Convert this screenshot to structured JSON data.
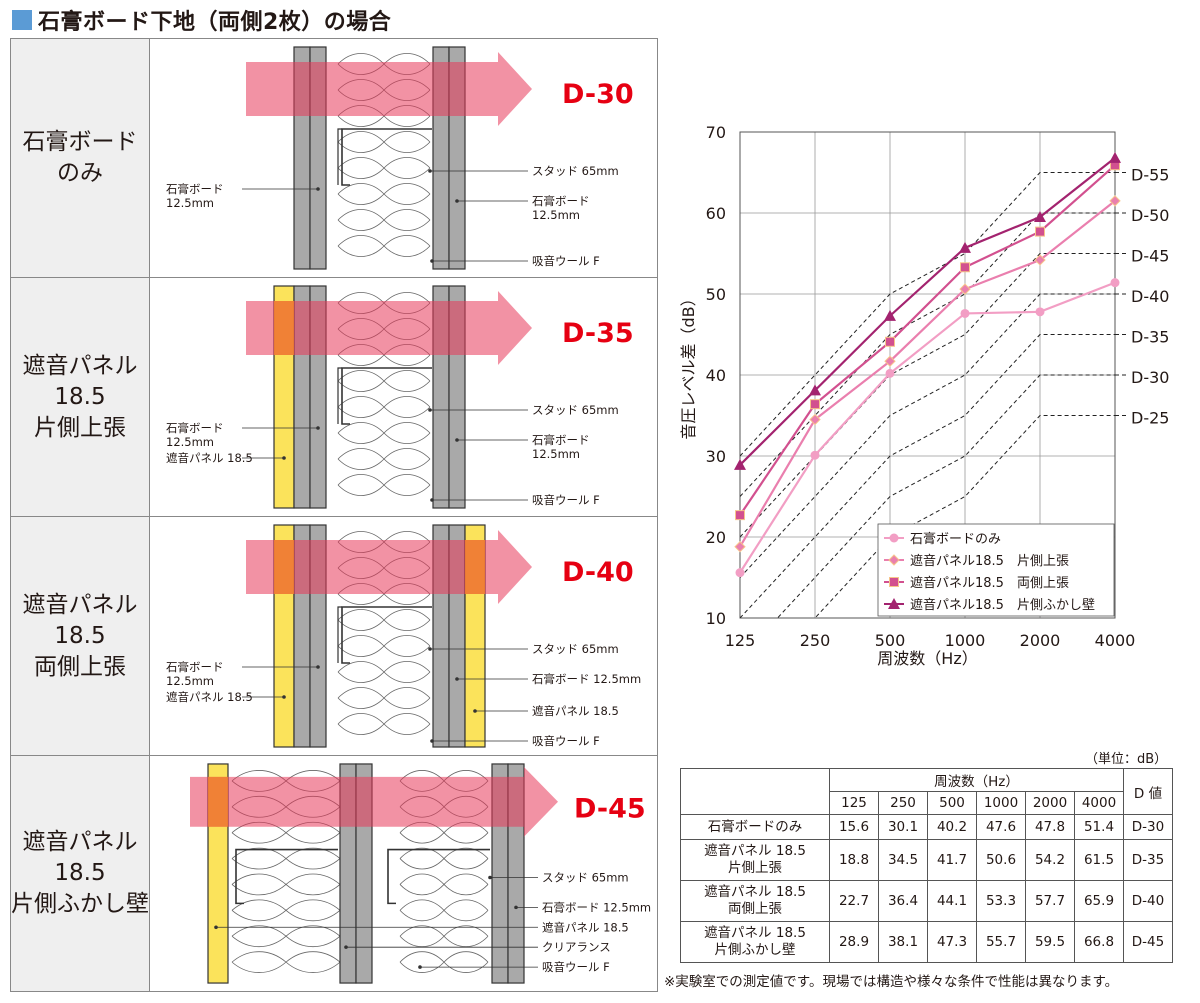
{
  "title": "石膏ボード下地（両側2枚）の場合",
  "rows": [
    {
      "label": "石膏ボード\nのみ",
      "d_value": "D-30",
      "labels_left": [
        "石膏ボード\n12.5mm"
      ],
      "labels_right": [
        "スタッド 65mm",
        "石膏ボード\n12.5mm",
        "吸音ウール F"
      ]
    },
    {
      "label": "遮音パネル\n18.5\n片側上張",
      "d_value": "D-35",
      "labels_left": [
        "石膏ボード\n12.5mm",
        "遮音パネル 18.5"
      ],
      "labels_right": [
        "スタッド 65mm",
        "石膏ボード\n12.5mm",
        "吸音ウール F"
      ]
    },
    {
      "label": "遮音パネル\n18.5\n両側上張",
      "d_value": "D-40",
      "labels_left": [
        "石膏ボード\n12.5mm",
        "遮音パネル 18.5"
      ],
      "labels_right": [
        "スタッド 65mm",
        "石膏ボード 12.5mm",
        "遮音パネル 18.5",
        "吸音ウール F"
      ]
    },
    {
      "label": "遮音パネル\n18.5\n片側ふかし壁",
      "d_value": "D-45",
      "labels_left": [],
      "labels_right": [
        "スタッド 65mm",
        "石膏ボード 12.5mm",
        "遮音パネル 18.5",
        "クリアランス",
        "吸音ウール F"
      ]
    }
  ],
  "chart_data": {
    "type": "line",
    "x": [
      "125",
      "250",
      "500",
      "1000",
      "2000",
      "4000"
    ],
    "xlabel": "周波数（Hz）",
    "ylabel": "音圧レベル差（dB）",
    "ylim": [
      10,
      70
    ],
    "yticks": [
      10,
      20,
      30,
      40,
      50,
      60,
      70
    ],
    "grid": true,
    "legend_position": "bottom-right",
    "series": [
      {
        "name": "石膏ボードのみ",
        "values": [
          15.6,
          30.1,
          40.2,
          47.6,
          47.8,
          51.4
        ],
        "color": "#f29ec4",
        "marker": "circle"
      },
      {
        "name": "遮音パネル18.5　片側上張",
        "values": [
          18.8,
          34.5,
          41.7,
          50.6,
          54.2,
          61.5
        ],
        "color": "#ea7fae",
        "marker": "diamond"
      },
      {
        "name": "遮音パネル18.5　両側上張",
        "values": [
          22.7,
          36.4,
          44.1,
          53.3,
          57.7,
          65.9
        ],
        "color": "#d2508f",
        "marker": "square"
      },
      {
        "name": "遮音パネル18.5　片側ふかし壁",
        "values": [
          28.9,
          38.1,
          47.3,
          55.7,
          59.5,
          66.8
        ],
        "color": "#a3236f",
        "marker": "triangle"
      }
    ],
    "d_curves": [
      {
        "label": "D-55",
        "values": [
          30,
          40,
          50,
          55,
          65,
          65
        ]
      },
      {
        "label": "D-50",
        "values": [
          25,
          35,
          45,
          50,
          60,
          60
        ]
      },
      {
        "label": "D-45",
        "values": [
          20,
          30,
          40,
          45,
          55,
          55
        ]
      },
      {
        "label": "D-40",
        "values": [
          15,
          25,
          35,
          40,
          50,
          50
        ]
      },
      {
        "label": "D-35",
        "values": [
          10,
          20,
          30,
          35,
          45,
          45
        ]
      },
      {
        "label": "D-30",
        "values": [
          5,
          15,
          25,
          30,
          40,
          40
        ]
      },
      {
        "label": "D-25",
        "values": [
          0,
          10,
          20,
          25,
          35,
          35
        ]
      }
    ]
  },
  "table": {
    "unit": "（単位：dB）",
    "header_freq": "周波数（Hz）",
    "header_d": "D 値",
    "freqs": [
      "125",
      "250",
      "500",
      "1000",
      "2000",
      "4000"
    ],
    "rows": [
      {
        "label": "石膏ボードのみ",
        "values": [
          "15.6",
          "30.1",
          "40.2",
          "47.6",
          "47.8",
          "51.4"
        ],
        "d": "D-30"
      },
      {
        "label": "遮音パネル 18.5\n片側上張",
        "values": [
          "18.8",
          "34.5",
          "41.7",
          "50.6",
          "54.2",
          "61.5"
        ],
        "d": "D-35"
      },
      {
        "label": "遮音パネル 18.5\n両側上張",
        "values": [
          "22.7",
          "36.4",
          "44.1",
          "53.3",
          "57.7",
          "65.9"
        ],
        "d": "D-40"
      },
      {
        "label": "遮音パネル 18.5\n片側ふかし壁",
        "values": [
          "28.9",
          "38.1",
          "47.3",
          "55.7",
          "59.5",
          "66.8"
        ],
        "d": "D-45"
      }
    ]
  },
  "note": "※実験室での測定値です。現場では構造や様々な条件で性能は異なります。"
}
